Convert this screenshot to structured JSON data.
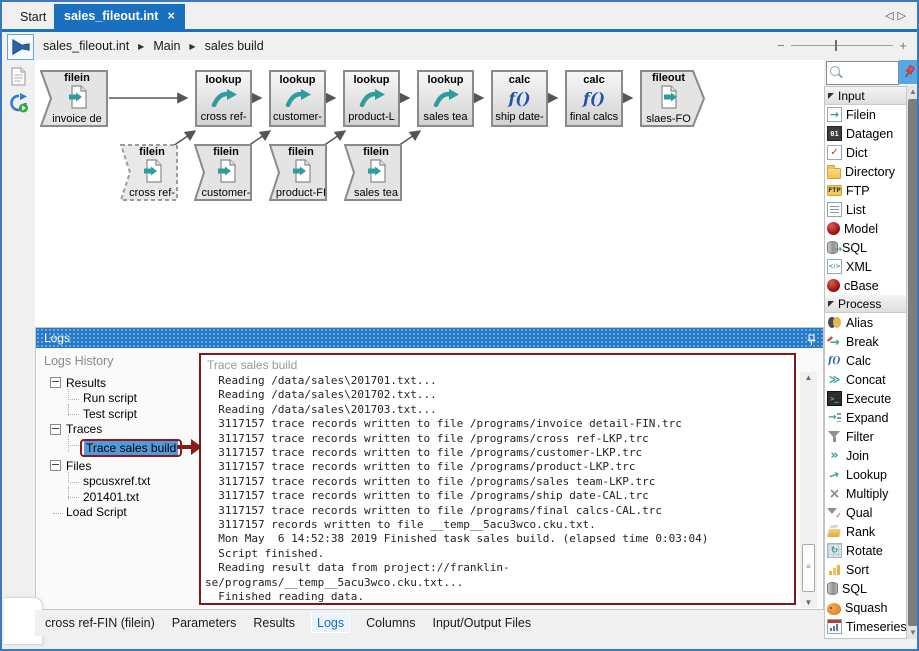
{
  "tab_bar": {
    "start_tab": "Start",
    "active_tab": "sales_fileout.int",
    "close_glyph": "×",
    "scroll_left": "◁",
    "scroll_right": "▷"
  },
  "toolbar": {
    "breadcrumb": [
      "sales_fileout.int",
      "Main",
      "sales build"
    ],
    "separator": "▶",
    "zoom_minus": "−",
    "zoom_plus": "+"
  },
  "canvas": {
    "calc_glyph": "f()",
    "row1": [
      {
        "type": "filein",
        "label": "invoice de"
      },
      {
        "type": "lookup",
        "label": "cross ref-"
      },
      {
        "type": "lookup",
        "label": "customer-"
      },
      {
        "type": "lookup",
        "label": "product-L"
      },
      {
        "type": "lookup",
        "label": "sales tea"
      },
      {
        "type": "calc",
        "label": "ship date-"
      },
      {
        "type": "calc",
        "label": "final calcs"
      },
      {
        "type": "fileout",
        "label": "slaes-FO"
      }
    ],
    "row2": [
      {
        "type": "filein",
        "label": "cross ref-"
      },
      {
        "type": "filein",
        "label": "customer-"
      },
      {
        "type": "filein",
        "label": "product-FI"
      },
      {
        "type": "filein",
        "label": "sales tea"
      }
    ]
  },
  "logs": {
    "header": "Logs",
    "history_title": "Logs History",
    "tree": [
      "Results",
      "Run script",
      "Test script",
      "Traces",
      "Trace sales build",
      "Files",
      "spcusxref.txt",
      "201401.txt",
      "Load Script"
    ],
    "panel_title": "Trace sales build",
    "lines": [
      "  Reading /data/sales\\201701.txt...",
      "  Reading /data/sales\\201702.txt...",
      "  Reading /data/sales\\201703.txt...",
      "  3117157 trace records written to file /programs/invoice detail-FIN.trc",
      "  3117157 trace records written to file /programs/cross ref-LKP.trc",
      "  3117157 trace records written to file /programs/customer-LKP.trc",
      "  3117157 trace records written to file /programs/product-LKP.trc",
      "  3117157 trace records written to file /programs/sales team-LKP.trc",
      "  3117157 trace records written to file /programs/ship date-CAL.trc",
      "  3117157 trace records written to file /programs/final calcs-CAL.trc",
      "  3117157 records written to file __temp__5acu3wco.cku.txt.",
      "  Mon May  6 14:52:38 2019 Finished task sales build. (elapsed time 0:03:04)",
      "  Script finished.",
      "  Reading result data from project://franklin-",
      "se/programs/__temp__5acu3wco.cku.txt...",
      "  Finished reading data."
    ]
  },
  "bottom_tabs": [
    "cross ref-FIN (filein)",
    "Parameters",
    "Results",
    "Logs",
    "Columns",
    "Input/Output Files"
  ],
  "palette": {
    "sections": [
      {
        "title": "Input",
        "items": [
          {
            "label": "Filein"
          },
          {
            "label": "Datagen"
          },
          {
            "label": "Dict"
          },
          {
            "label": "Directory"
          },
          {
            "label": "FTP"
          },
          {
            "label": "List"
          },
          {
            "label": "Model"
          },
          {
            "label": "SQL"
          },
          {
            "label": "XML"
          },
          {
            "label": "cBase"
          }
        ]
      },
      {
        "title": "Process",
        "items": [
          {
            "label": "Alias"
          },
          {
            "label": "Break"
          },
          {
            "label": "Calc"
          },
          {
            "label": "Concat"
          },
          {
            "label": "Execute"
          },
          {
            "label": "Expand"
          },
          {
            "label": "Filter"
          },
          {
            "label": "Join"
          },
          {
            "label": "Lookup"
          },
          {
            "label": "Multiply"
          },
          {
            "label": "Qual"
          },
          {
            "label": "Rank"
          },
          {
            "label": "Rotate"
          },
          {
            "label": "Sort"
          },
          {
            "label": "SQL"
          },
          {
            "label": "Squash"
          },
          {
            "label": "Timeseries"
          }
        ]
      }
    ]
  },
  "colors": {
    "accent_blue": "#1a6fbf",
    "teal": "#2f9e9b",
    "annotation_red": "#8b1a1a",
    "selection_blue": "#4f9bdc"
  }
}
